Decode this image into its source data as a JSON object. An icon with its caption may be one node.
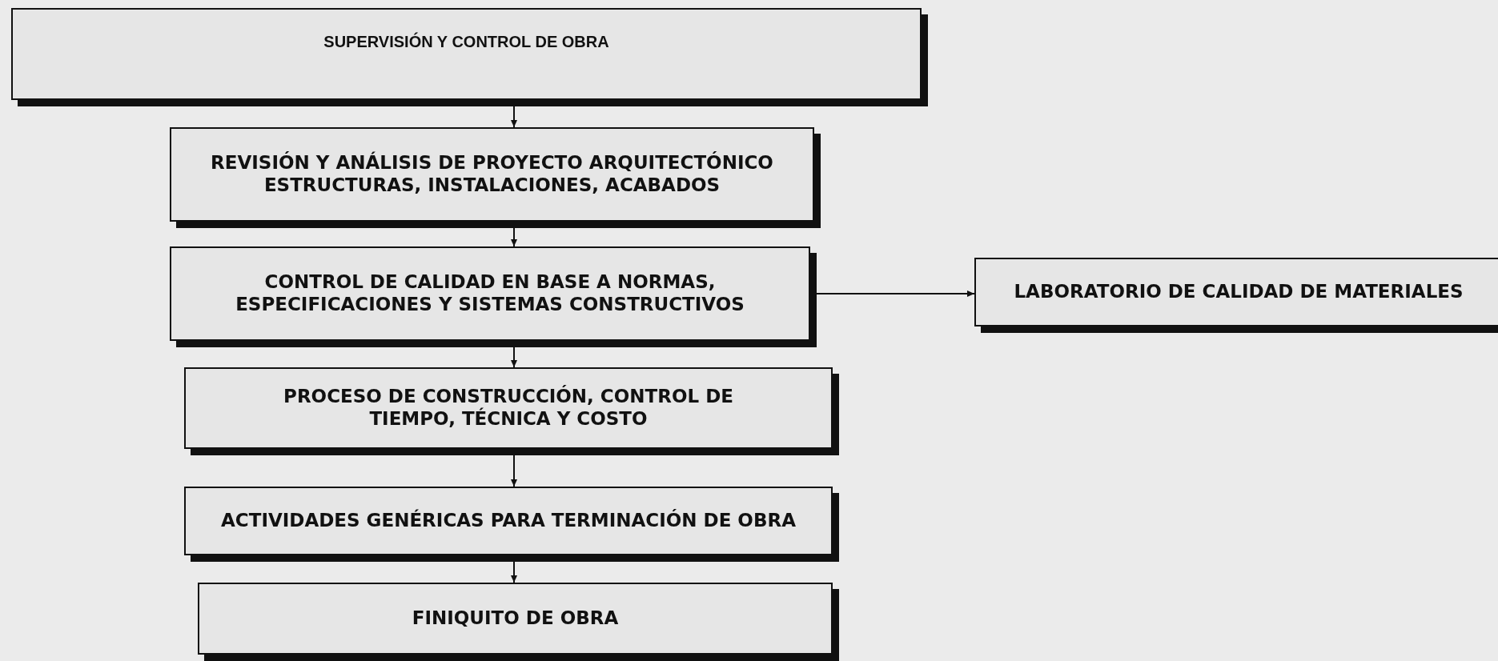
{
  "diagram": {
    "nodes": [
      {
        "text": [
          "SUPERVISIÓN Y CONTROL DE OBRA"
        ]
      },
      {
        "text": [
          "REVISIÓN Y ANÁLISIS DE PROYECTO ARQUITECTÓNICO",
          "ESTRUCTURAS, INSTALACIONES, ACABADOS"
        ]
      },
      {
        "text": [
          "CONTROL DE CALIDAD EN BASE A NORMAS, ESPECIFICACIONES Y SISTEMAS CONSTRUCTIVOS"
        ]
      },
      {
        "text": [
          "PROCESO DE CONSTRUCCIÓN, CONTROL DE",
          "TIEMPO, TÉCNICA Y COSTO"
        ]
      },
      {
        "text": [
          "ACTIVIDADES GENÉRICAS PARA TERMINACIÓN DE OBRA"
        ]
      },
      {
        "text": [
          "FINIQUITO DE OBRA"
        ]
      },
      {
        "text": [
          "LABORATORIO DE CALIDAD DE MATERIALES"
        ]
      }
    ],
    "edges": [
      {
        "from": 0,
        "to": 1,
        "arrow": "to"
      },
      {
        "from": 1,
        "to": 2,
        "arrow": "to"
      },
      {
        "from": 2,
        "to": 3,
        "arrow": "to"
      },
      {
        "from": 3,
        "to": 4,
        "arrow": "to"
      },
      {
        "from": 4,
        "to": 5,
        "arrow": "to"
      },
      {
        "from": 2,
        "to": 6,
        "arrow": "to"
      }
    ]
  }
}
